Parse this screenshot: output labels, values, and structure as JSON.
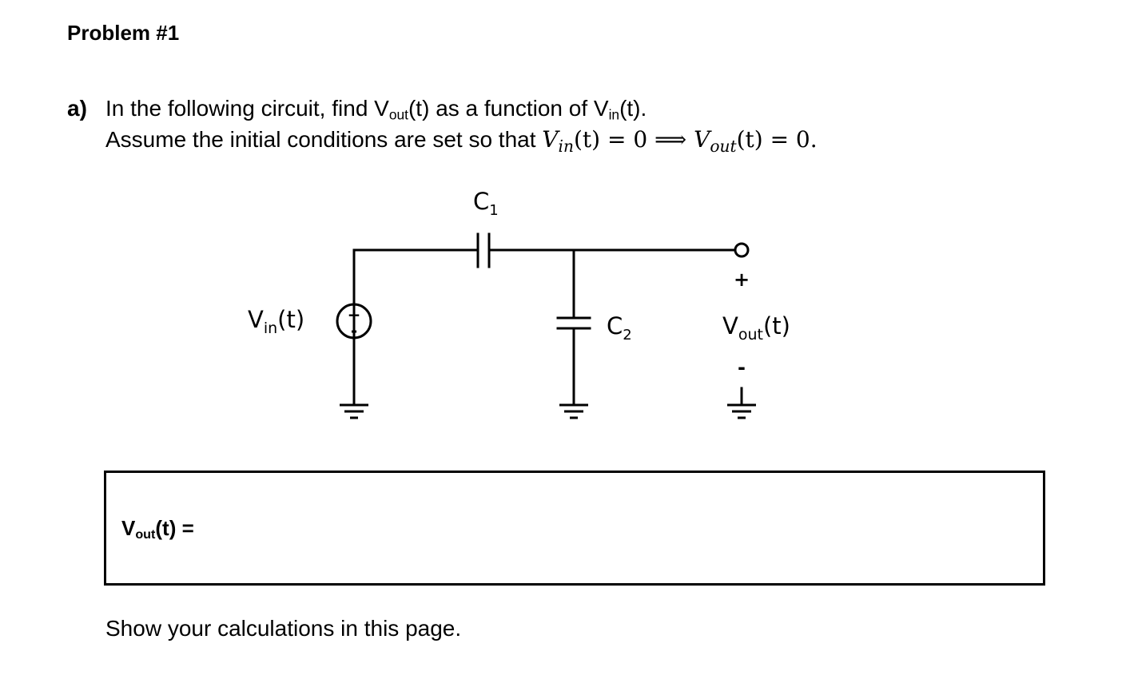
{
  "title": "Problem #1",
  "question": {
    "label": "a)",
    "line1_pre": "In the following circuit, find V",
    "line1_sub1": "out",
    "line1_mid": "(t) as a function of V",
    "line1_sub2": "in",
    "line1_post": "(t).",
    "line2_text": "Assume the initial conditions are set so that ",
    "eq_v1": "V",
    "eq_v1_sub": "in",
    "eq_t1": "(t)",
    "eq_mid": " = 0 ⟹ ",
    "eq_v2": "V",
    "eq_v2_sub": "out",
    "eq_t2": "(t)",
    "eq_end": " = 0."
  },
  "circuit": {
    "c1_main": "C",
    "c1_sub": "1",
    "c2_main": "C",
    "c2_sub": "2",
    "vin_main": "V",
    "vin_sub": "in",
    "vin_arg": "(t)",
    "vout_main": "V",
    "vout_sub": "out",
    "vout_arg": "(t)",
    "source_plus": "+",
    "source_minus": "-",
    "out_plus": "+",
    "out_minus": "-"
  },
  "answer": {
    "main": "V",
    "sub": "out",
    "rest": "(t) ="
  },
  "footer": "Show your calculations in this page."
}
